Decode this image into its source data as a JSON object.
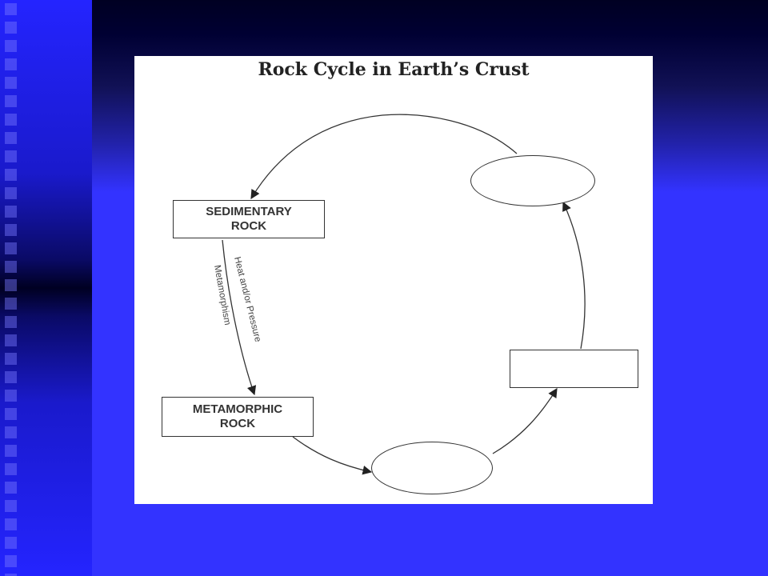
{
  "slide": {
    "background_color": "#3333ff",
    "band_color": "#000022"
  },
  "diagram": {
    "title": "Rock Cycle in Earth’s Crust",
    "nodes": {
      "sedimentary": "SEDIMENTARY\nROCK",
      "metamorphic": "METAMORPHIC\nROCK",
      "top_right_oval": "",
      "right_box": "",
      "bottom_oval": ""
    },
    "process_labels": {
      "heat_pressure": "Heat and/or Pressure",
      "metamorphism": "Metamorphism"
    }
  }
}
